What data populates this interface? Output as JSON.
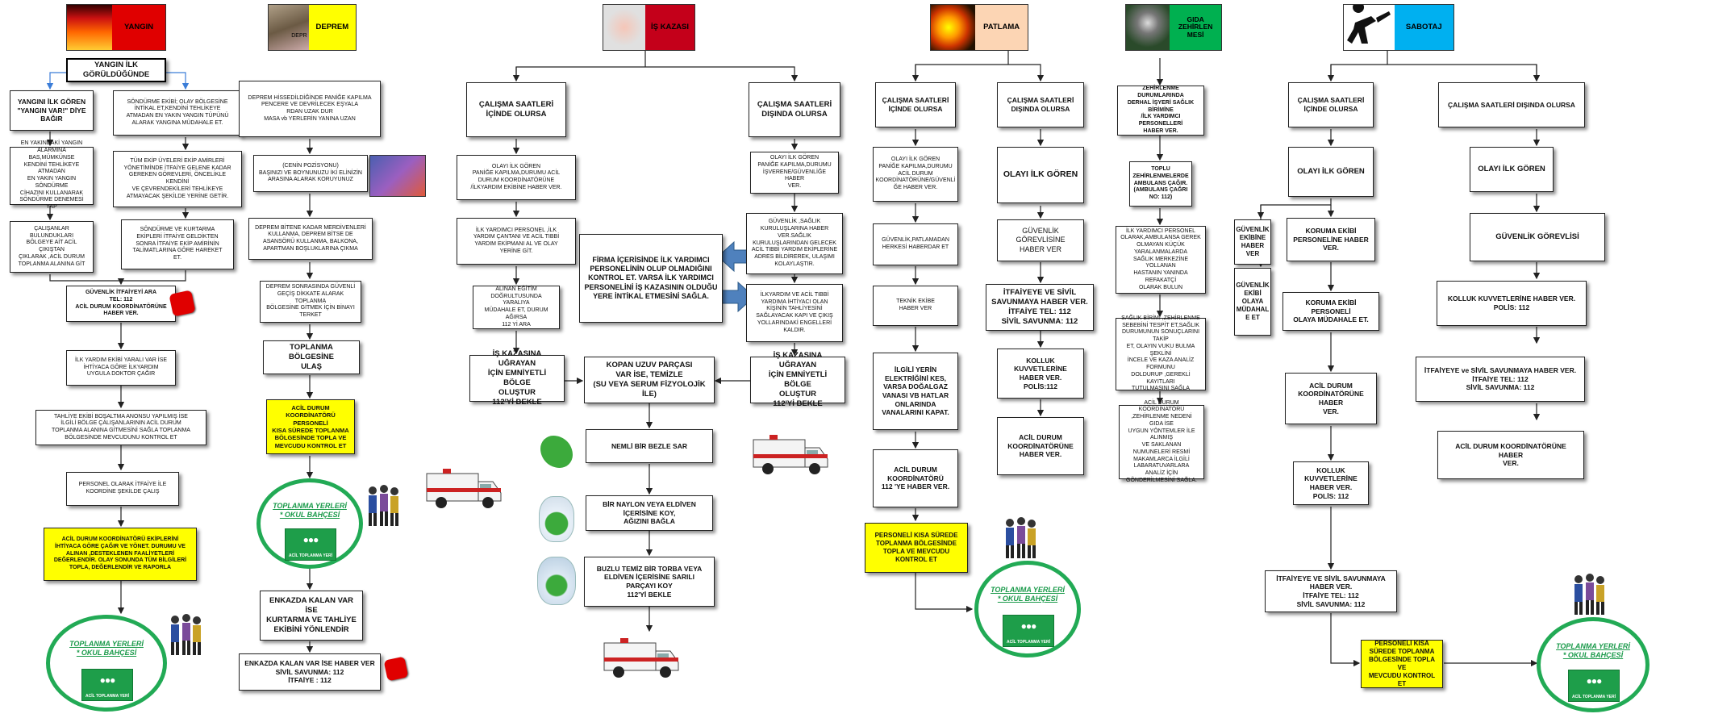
{
  "colors": {
    "yangin": "#e00000",
    "deprem": "#ffff00",
    "is_kazasi": "#c4001a",
    "patlama": "#fcd5b4",
    "gida": "#00b050",
    "sabotaj": "#00b0f0",
    "assembly": "#22aa55",
    "highlight": "#ffff00"
  },
  "headers": {
    "yangin": "YANGIN",
    "deprem": "DEPREM",
    "deprem_pic": "DEPR",
    "is_kazasi": "İŞ KAZASI",
    "patlama": "PATLAMA",
    "gida": "GIDA\nZEHİRLEN\nMESİ",
    "sabotaj": "SABOTAJ"
  },
  "assembly": {
    "title": "TOPLANMA YERLERİ\n* OKUL BAHÇESİ",
    "sign": "ACİL TOPLANMA YERİ"
  },
  "yangin": {
    "start": "YANGIN İLK\nGÖRÜLDÜĞÜNDE",
    "l1": "YANGINI İLK GÖREN\n\"YANGIN VAR!\" DİYE BAĞIR",
    "l2": "EN YAKINDAKİ YANGIN\nALARMINA BAS,MÜMKÜNSE\nKENDİNİ TEHLİKEYE ATMADAN\nEN YAKIN YANGIN SÖNDÜRME\nCİHAZINI KULLANARAK\nSÖNDÜRME DENEMESİ YAP",
    "l3": "ÇALIŞANLAR BULUNDUKLARI\nBÖLGEYE AİT ACİL ÇIKIŞTAN\nÇIKLARAK ,ACİL DURUM\nTOPLANMA ALANINA GİT",
    "r1": "SÖNDÜRME EKİBİ; OLAY BÖLGESİNE\nİNTİKAL ET,KENDİNİ TEHLİKEYE\nATMADAN EN YAKIN YANGIN TÜPÜNÜ\nALARAK YANGINA MÜDAHALE ET.",
    "r2": "TÜM EKİP ÜYELERİ EKİP AMİRLERİ\nYÖNETİMİNDE İTFAİYE GELENE KADAR\nGEREKEN GÖREVLERİ, ÖNCELİKLE KENDİNİ\nVE ÇEVRENDEKİLERİ TEHLİKEYE\nATMAYACAK ŞEKİLDE YERİNE GETİR.",
    "r3": "SÖNDÜRME VE KURTARMA\nEKİPLERİ İTFAİYE GELDİKTEN\nSONRA İTFAİYE EKİP AMİRİNİN\nTALİMATLARINA GÖRE HAREKET\nET.",
    "s1": "GÜVENLİK İTFAİYEYİ ARA\nTEL: 112\nACİL DURUM KOORDİNATÖRÜNE\nHABER VER.",
    "s2": "İLK YARDIM EKİBİ YARALI VAR İSE\nİHTİYACA GÖRE İLKYARDIM\nUYGULA DOKTOR ÇAĞIR",
    "s3": "TAHLİYE EKİBİ BOŞALTMA ANONSU YAPILMIŞ İSE\nİLGİLİ BÖLGE ÇALIŞANLARININ ACİL DURUM\nTOPLANMA ALANINA GİTMESİNİ SAĞLA TOPLANMA\nBÖLGESİNDE MEVCUDUNU KONTROL ET",
    "s4": "PERSONEL OLARAK İTFAİYE İLE\nKOORDİNE ŞEKİLDE ÇALIŞ",
    "s5": "ACİL DURUM KOORDİNATÖRÜ EKİPLERİNİ\nİHTİYACA GÖRE ÇAĞIR VE YÖNET. DURUMU VE\nALINAN ,DESTEKLENEN FAALİYETLERİ\nDEĞERLENDİR. OLAY SONUNDA TÜM BİLGİLERİ\nTOPLA, DEĞERLENDİR VE RAPORLA"
  },
  "deprem": {
    "s1": "DEPREM HİSSEDİLDİĞİNDE PANİĞE KAPILMA\nPENCERE VE DEVRİLECEK EŞYALA\nRDAN UZAK DUR\nMASA vb YERLERİN YANINA UZAN",
    "s2": "(CENİN POZİSYONU)\nBAŞINIZI VE BOYNUNUZU İKİ ELİNİZİN\nARASINA ALARAK KORUYUNUZ",
    "s3": "DEPREM BİTENE KADAR MERDİVENLERİ\nKULLANMA, DEPREM BİTSE DE\nASANSÖRÜ KULLANMA, BALKONA,\nAPARTMAN BOŞLUKLARINA ÇIKMA",
    "s4": "DEPREM SONRASINDA GÜVENLİ\nGEÇİŞ DİKKATE ALARAK TOPLANMA\nBÖLGESİNE GİTMEK İÇİN BİNAYI\nTERKET",
    "s5": "TOPLANMA BÖLGESİNE\nULAŞ",
    "s6": "ACİL DURUM\nKOORDİNATÖRÜ PERSONELİ\nKISA SÜREDE TOPLANMA\nBÖLGESİNDE TOPLA VE\nMEVCUDU KONTROL ET",
    "s7": "ENKAZDA KALAN VAR\nİSE\nKURTARMA VE TAHLİYE\nEKİBİNİ YÖNLENDİR",
    "s8": "ENKAZDA KALAN VAR İSE HABER VER\nSİVİL SAVUNMA: 112\nİTFAİYE : 112"
  },
  "is_kazasi": {
    "left_head": "ÇALIŞMA SAATLERİ\nİÇİNDE OLURSA",
    "right_head": "ÇALIŞMA SAATLERİ\nDIŞINDA OLURSA",
    "l1": "OLAYI İLK GÖREN\nPANİĞE KAPILMA,DURUMU ACİL\nDURUM KOORDİNATÖRÜNE\n/İLKYARDIM EKİBİNE HABER VER.",
    "l2": "İLK YARDIMCI PERSONEL ,İLK\nYARDIM ÇANTANI VE ACİL TIBBİ\nYARDIM EKİPMANI AL VE OLAY\nYERİNE GİT.",
    "l3": "ALINAN EĞİTİM\nDOĞRULTUSUNDA YARALIYA\nMÜDAHALE ET, DURUM AĞIRSA\n112 Yİ ARA",
    "l4": "İŞ KAZASINA UĞRAYAN\nİÇİN EMNİYETLİ BÖLGE\nOLUŞTUR\n112'Yİ BEKLE",
    "r1": "OLAYI İLK GÖREN\nPANİĞE KAPILMA,DURUMU\nİŞVERENE/GÜVENLİĞE HABER\nVER.",
    "r2": "GÜVENLİK ,SAĞLIK\nKURULUŞLARINA HABER\nVER.SAĞLIK\nKURULUŞLARINDAN GELECEK\nACİL TIBBİ YARDIM EKİPLERİNE\nADRES BİLDİREREK, ULAŞIMI\nKOLAYLAŞTIR.",
    "r3": "İLKYARDIM VE ACİL TIBBİ\nYARDIMA İHTİYACI OLAN\nKİŞİNİN TAHLİYESİNİ\nSAĞLAYACAK KAPI VE ÇIKIŞ\nYOLLARINDAKİ ENGELLERİ\nKALDIR.",
    "r4": "İŞ KAZASINA UĞRAYAN\nİÇİN EMNİYETLİ BÖLGE\nOLUŞTUR\n112'Yİ BEKLE",
    "note": "FİRMA İÇERİSİNDE İLK YARDIMCI\nPERSONELİNİN OLUP OLMADIĞINI\nKONTROL ET. VARSA İLK YARDIMCI\nPERSONELİNİ İŞ KAZASININ OLDUĞU\nYERE İNTİKAL ETMESİNİ SAĞLA.",
    "c1": "KOPAN UZUV PARÇASI\nVAR İSE, TEMİZLE\n(SU VEYA SERUM FİZYOLOJİK İLE)",
    "c2": "NEMLİ BİR BEZLE SAR",
    "c3": "BİR NAYLON VEYA ELDİVEN\nİÇERİSİNE KOY,\nAĞIZINI BAĞLA",
    "c4": "BUZLU TEMİZ BİR TORBA VEYA\nELDİVEN İÇERİSİNE SARILI\nPARÇAYI KOY\n112'Yİ BEKLE"
  },
  "patlama": {
    "left_head": "ÇALIŞMA SAATLERİ\nİÇİNDE OLURSA",
    "right_head": "ÇALIŞMA SAATLERİ\nDIŞINDA OLURSA",
    "l1": "OLAYI İLK GÖREN\nPANİĞE KAPILMA,DURUMU\nACİL DURUM\nKOORDİNATÖRÜNE/GÜVENLİ\nĞE HABER VER.",
    "l2": "GÜVENLİK,PATLAMADAN\nHERKESİ HABERDAR ET",
    "l3": "TEKNİK EKİBE\nHABER VER",
    "l4": "İLGİLİ YERİN\nELEKTRİĞİNİ KES,\nVARSA DOĞALGAZ\nVANASI VB HATLAR\nONLARINDA\nVANALARINI KAPAT.",
    "l5": "ACİL DURUM\nKOORDİNATÖRÜ\n112 'YE HABER VER.",
    "l6": "PERSONELİ KISA SÜREDE\nTOPLANMA BÖLGESİNDE\nTOPLA VE MEVCUDU\nKONTROL ET",
    "r1": "OLAYI İLK GÖREN",
    "r2": "GÜVENLİK GÖREVLİSİNE\nHABER VER",
    "r3": "İTFAİYEYE VE SİVİL\nSAVUNMAYA HABER VER.\nİTFAİYE TEL: 112\nSİVİL SAVUNMA: 112",
    "r4": "KOLLUK KUVVETLERİNE\nHABER VER.\nPOLİS:112",
    "r5": "ACİL DURUM\nKOORDİNATÖRÜNE\nHABER VER."
  },
  "gida": {
    "s1": "ZEHİRLENME DURUMLARINDA\nDERHAL İŞYERİ SAĞLIK BİRİMİNE\n/İLK YARDIMCI PERSONELLERİ\nHABER VER.",
    "s2": "TOPLU ZEHİRLENMELERDE\nAMBULANS ÇAĞIR.\n(AMBULANS ÇAĞRI\nNO: 112)",
    "s3": "İLK YARDIMCI PERSONEL\nOLARAK,AMBULANSA GEREK\nOLMAYAN KÜÇÜK YARALANMALARDA\nSAĞLIK MERKEZİNE YOLLANAN\nHASTANIN YANINDA REFAKATÇİ\nOLARAK BULUN",
    "s4": "SAĞLIK BİRİMİ ,ZEHİRLENME\nSEBEBİNİ TESPİT ET,SAĞLIK\nDURUMUNUN SONUÇLARINI TAKİP\nET, OLAYIN VUKU BULMA ŞEKLİNİ\nİNCELE VE KAZA ANALİZ FORMUNU\nDOLDURUP ,GEREKLİ KAYITLARI\nTUTULMASINI SAĞLA",
    "s5": "ACİL DURUM KOORDİNATÖRÜ\n,ZEHİRLENME NEDENİ GIDA İSE\nUYGUN YÖNTEMLER İLE ALINMIŞ\nVE SAKLANAN NUMUNELERİ RESMİ\nMAKAMLARCA İLGİLİ\nLABARATUVARLARA ANALİZ İÇİN\nGÖNDERİLMESİNİ SAĞLA."
  },
  "sabotaj": {
    "left_head": "ÇALIŞMA SAATLERİ\nİÇİNDE OLURSA",
    "right_head": "ÇALIŞMA SAATLERİ DIŞINDA OLURSA",
    "l1": "OLAYI İLK GÖREN",
    "side1": "GÜVENLİK\nEKİBİNE\nHABER\nVER",
    "side2": "GÜVENLİK\nEKİBİ\nOLAYA\nMÜDAHAL\nE ET",
    "l2": "KORUMA EKİBİ\nPERSONELİNE HABER VER.",
    "l3": "KORUMA EKİBİ PERSONELİ\nOLAYA MÜDAHALE ET.",
    "l4": "ACİL DURUM\nKOORDİNATÖRÜNE HABER\nVER.",
    "l5": "KOLLUK KUVVETLERİNE\nHABER VER.\nPOLİS: 112",
    "l6": "İTFAİYEYE VE SİVİL SAVUNMAYA\nHABER VER.\nİTFAİYE TEL: 112\nSİVİL SAVUNMA: 112",
    "l7": "PERSONELİ KISA\nSÜREDE TOPLANMA\nBÖLGESİNDE TOPLA VE\nMEVCUDU KONTROL ET",
    "r1": "OLAYI İLK GÖREN",
    "r2": "GÜVENLİK GÖREVLİSİ",
    "r3": "KOLLUK KUVVETLERİNE HABER VER.\nPOLİS: 112",
    "r4": "İTFAİYEYE ve SİVİL SAVUNMAYA HABER VER.\nİTFAİYE TEL: 112\nSİVİL SAVUNMA: 112",
    "r5": "ACİL DURUM KOORDİNATÖRÜNE HABER\nVER."
  }
}
